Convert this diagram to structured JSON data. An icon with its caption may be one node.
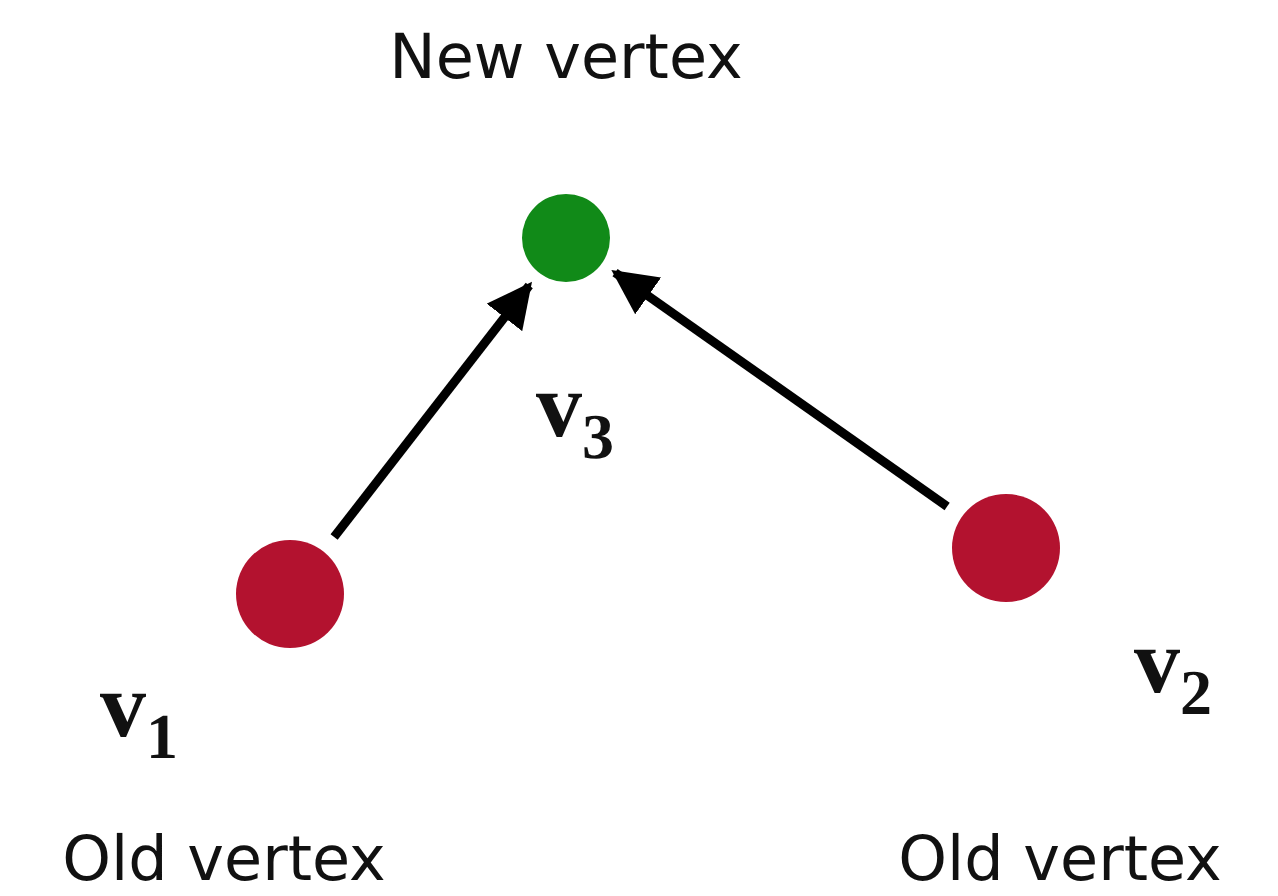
{
  "diagram": {
    "nodes": [
      {
        "text": [],
        "shape": "circle",
        "beside": [
          "New vertex",
          "v$_{3}$"
        ]
      },
      {
        "text": [],
        "shape": "circle",
        "beside": [
          "v$_{1}$",
          "Old vertex"
        ]
      },
      {
        "text": [],
        "shape": "circle",
        "beside": [
          "v$_{2}$",
          "Old vertex"
        ]
      }
    ],
    "edges": [
      {
        "from": 1,
        "to": 0,
        "arrow": "to"
      },
      {
        "from": 2,
        "to": 0,
        "arrow": "to"
      }
    ]
  }
}
